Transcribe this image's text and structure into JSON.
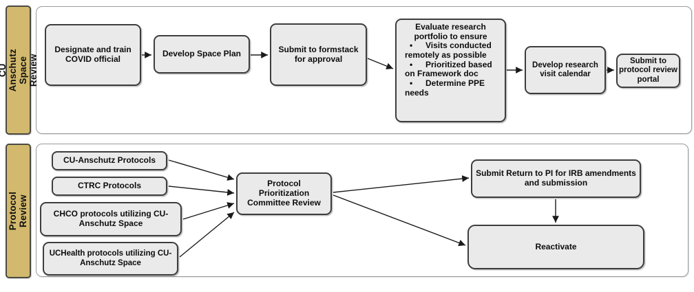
{
  "colors": {
    "band": "#d2b96e",
    "band_border": "#4a4a42",
    "box_fill": "#eaeaea",
    "box_border": "#3d3d3d",
    "lane_border": "#9b9b9b",
    "arrow": "#1a1a1a",
    "text": "#0c0c0c"
  },
  "lane1": {
    "label": "CU Anschutz Space Review",
    "steps": [
      {
        "label": "Designate and train COVID official"
      },
      {
        "label": "Develop Space Plan"
      },
      {
        "label": "Submit to formstack for approval"
      },
      {
        "heading": "Evaluate research portfolio to ensure",
        "bullets": [
          "Visits conducted remotely as possible",
          "Prioritized based on Framework doc",
          "Determine PPE needs"
        ]
      },
      {
        "label": "Develop research visit calendar"
      },
      {
        "label": "Submit to protocol review portal"
      }
    ]
  },
  "lane2": {
    "label": "Protocol Review",
    "sources": [
      {
        "label": "CU-Anschutz Protocols"
      },
      {
        "label": "CTRC Protocols"
      },
      {
        "label": "CHCO protocols utilizing CU-Anschutz Space"
      },
      {
        "label": "UCHealth protocols utilizing CU-Anschutz Space"
      }
    ],
    "review": {
      "label": "Protocol Prioritization Committee Review"
    },
    "outcomes": [
      {
        "label": "Submit Return to PI for IRB amendments and submission"
      },
      {
        "label": "Reactivate"
      }
    ]
  }
}
